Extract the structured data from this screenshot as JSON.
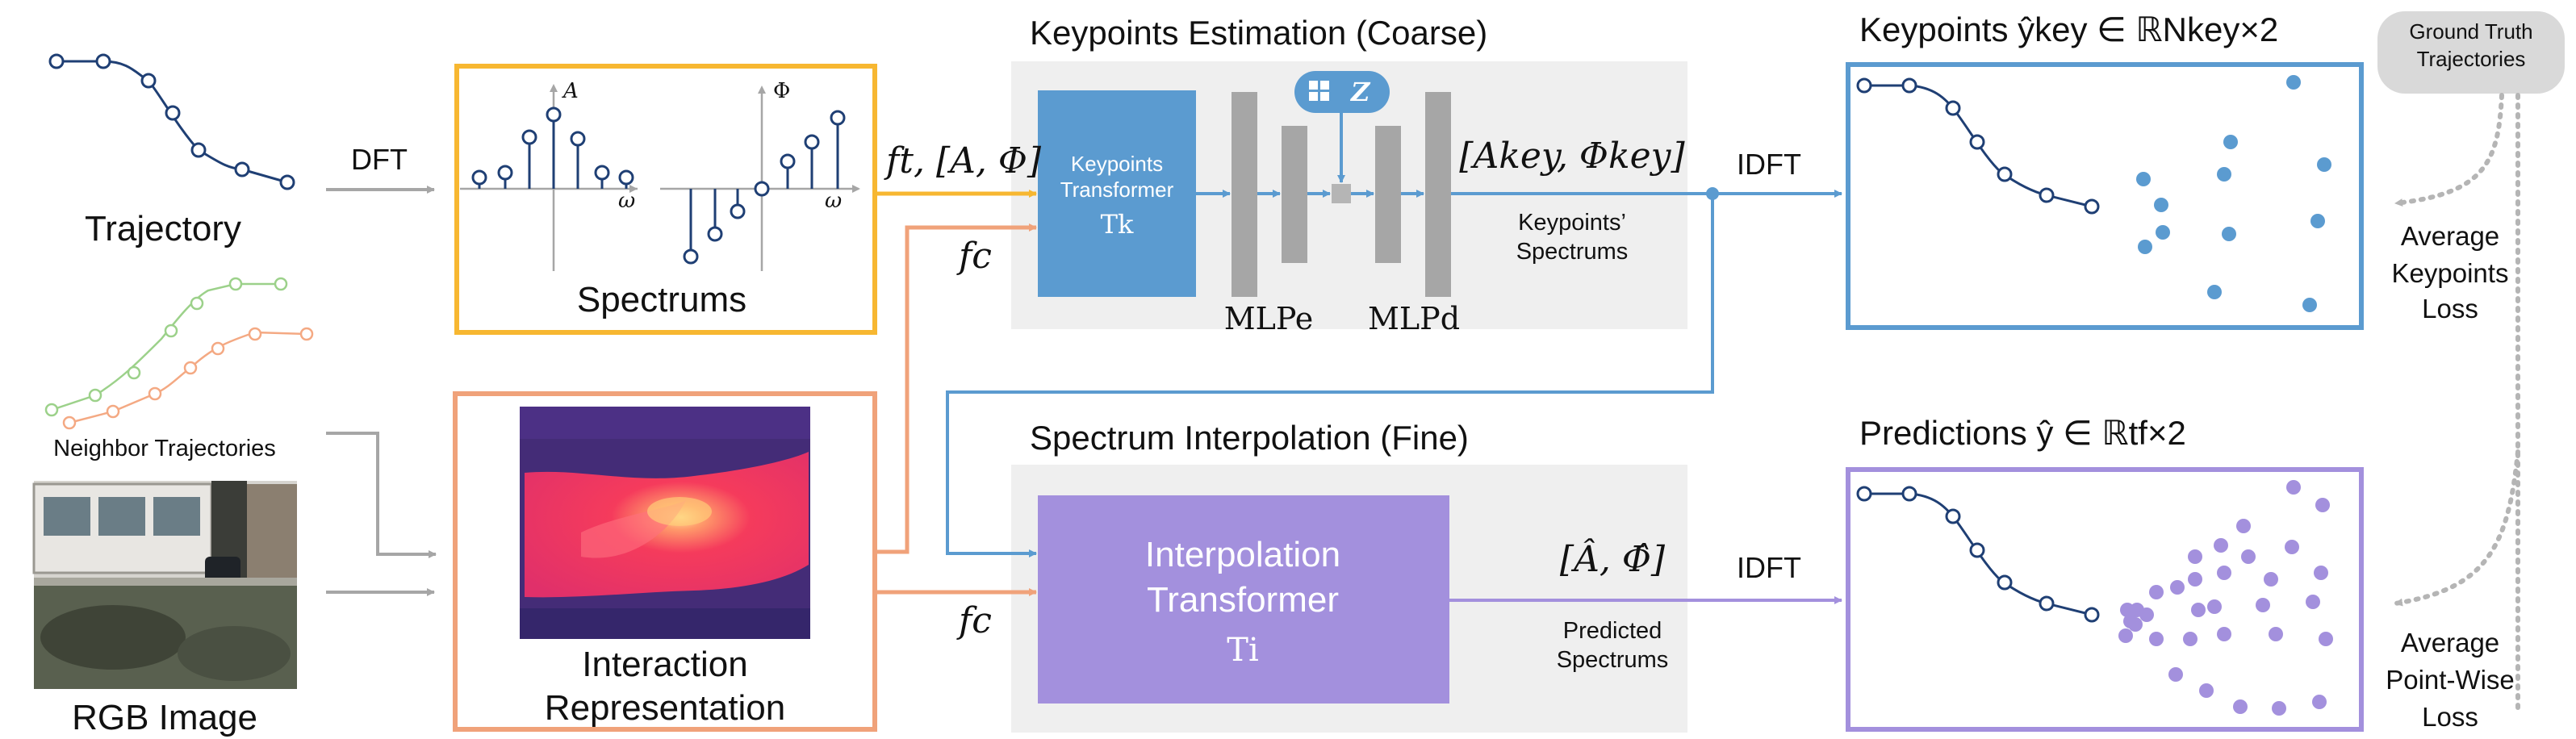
{
  "labels": {
    "trajectory": "Trajectory",
    "neighbor": "Neighbor Trajectories",
    "rgb": "RGB Image",
    "dft": "DFT",
    "spectrums": "Spectrums",
    "interaction_line1": "Interaction",
    "interaction_line2": "Representation",
    "coarse_title": "Keypoints Estimation (Coarse)",
    "fine_title": "Spectrum Interpolation (Fine)",
    "kp_tr_line1": "Keypoints",
    "kp_tr_line2": "Transformer",
    "kp_tr_symbol": "Tk",
    "interp_line1": "Interpolation",
    "interp_line2": "Transformer",
    "interp_symbol": "Ti",
    "mlp_e": "MLPe",
    "mlp_d": "MLPd",
    "z": "Z",
    "ft_label": "ft, [A, Φ]",
    "fc_label": "fc",
    "akey_label": "[Akey, Φkey]",
    "kp_spec_line1": "Keypoints’",
    "kp_spec_line2": "Spectrums",
    "ahat_label": "[Â, Φ̂]",
    "pred_spec_line1": "Predicted",
    "pred_spec_line2": "Spectrums",
    "idft": "IDFT",
    "keypoints_title": "Keypoints ŷkey ∈ ℝNkey×2",
    "predictions_title": "Predictions ŷ ∈ ℝtf×2",
    "gt_line1": "Ground Truth",
    "gt_line2": "Trajectories",
    "akl_line1": "Average",
    "akl_line2": "Keypoints",
    "akl_line3": "Loss",
    "apl_line1": "Average",
    "apl_line2": "Point-Wise",
    "apl_line3": "Loss",
    "amp_axis": "A",
    "phase_axis": "Φ",
    "omega": "ω"
  },
  "colors": {
    "spectrum_border": "#f7b731",
    "interaction_border": "#f0a27a",
    "stage_bg": "#efefef",
    "keypoint_blue": "#5b9bd0",
    "trajectory_navy": "#1f3f74",
    "predict_purple": "#a390dd",
    "arrow_gray": "#a6a6a6",
    "neighbor_green": "#9cd18a",
    "neighbor_orange": "#f4a983",
    "heatmap_red": "#f53b5c"
  }
}
